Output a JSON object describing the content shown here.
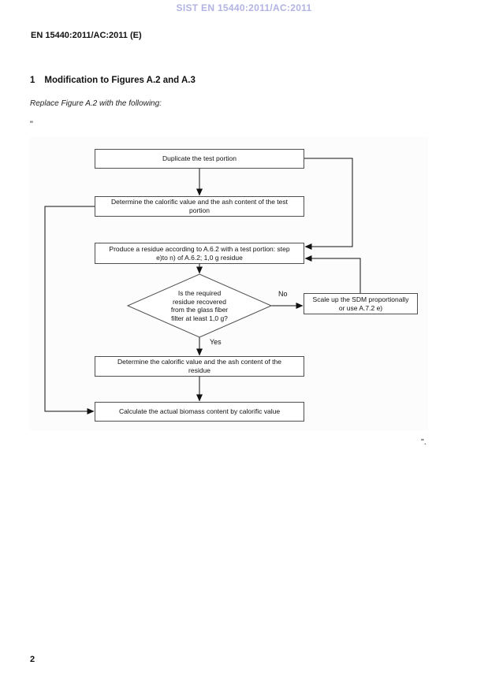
{
  "page": {
    "watermark": "SIST EN 15440:2011/AC:2011",
    "reference": "EN 15440:2011/AC:2011 (E)",
    "page_number": "2"
  },
  "section": {
    "number": "1",
    "title": "Modification to Figures A.2 and A.3",
    "instruction": "Replace Figure A.2 with the following:",
    "opening_quote": "\"",
    "closing_quote": "\"."
  },
  "colors": {
    "watermark_text": "#b2b3e3",
    "box_border": "#4f4f4f",
    "connector_line": "#111111",
    "figure_background": "#fcfcfc"
  },
  "flowchart": {
    "nodes": {
      "duplicate": {
        "label": "Duplicate the test portion"
      },
      "determine_test": {
        "label": "Determine the calorific value and the ash content of the test\nportion"
      },
      "produce_residue": {
        "label": "Produce a residue according to A.6.2 with a test portion: step\ne)to n) of A.6.2; 1,0 g residue"
      },
      "decision": {
        "label": "Is the required\nresidue recovered\nfrom the glass fiber\nfilter at least 1,0 g?"
      },
      "scale_up": {
        "label": "Scale up the SDM proportionally\nor use A.7.2 e)"
      },
      "determine_residue": {
        "label": "Determine the calorific value and the ash content of the\nresidue"
      },
      "calculate": {
        "label": "Calculate the actual biomass content by calorific value"
      }
    },
    "edge_labels": {
      "yes": "Yes",
      "no": "No"
    }
  }
}
